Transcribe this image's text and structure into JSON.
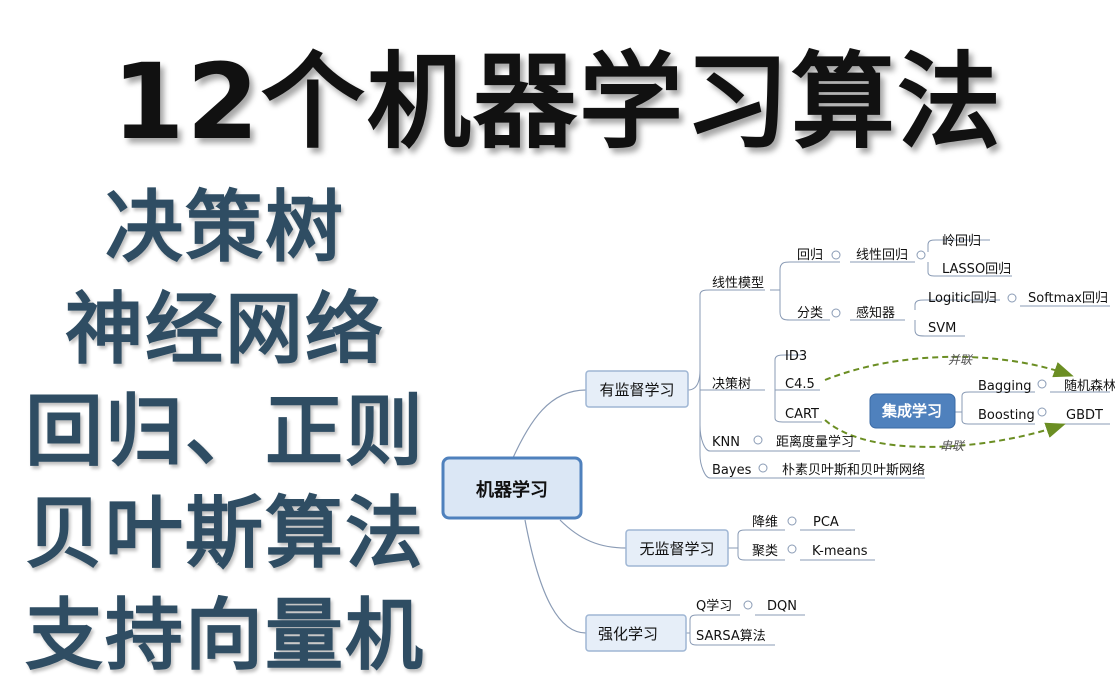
{
  "title": "12个机器学习算法",
  "topics": [
    "决策树",
    "神经网络",
    "回归、正则",
    "贝叶斯算法",
    "支持向量机"
  ],
  "mindmap": {
    "root": "机器学习",
    "supervised": {
      "label": "有监督学习",
      "linear_model": "线性模型",
      "regression": "回归",
      "linear_regression": "线性回归",
      "ridge": "岭回归",
      "lasso": "LASSO回归",
      "classification": "分类",
      "perceptron": "感知器",
      "logistic": "Logitic回归",
      "softmax": "Softmax回归",
      "svm": "SVM",
      "decision_tree": "决策树",
      "id3": "ID3",
      "c45": "C4.5",
      "cart": "CART",
      "knn": "KNN",
      "knn_child": "距离度量学习",
      "bayes": "Bayes",
      "bayes_child": "朴素贝叶斯和贝叶斯网络"
    },
    "ensemble": {
      "label": "集成学习",
      "parallel": "并联",
      "serial": "串联",
      "bagging": "Bagging",
      "random_forest": "随机森林",
      "boosting": "Boosting",
      "gbdt": "GBDT"
    },
    "unsupervised": {
      "label": "无监督学习",
      "dim_reduction": "降维",
      "pca": "PCA",
      "clustering": "聚类",
      "kmeans": "K-means"
    },
    "reinforcement": {
      "label": "强化学习",
      "q_learning": "Q学习",
      "dqn": "DQN",
      "sarsa": "SARSA算法"
    }
  },
  "colors": {
    "topic_text": "#2f4d63",
    "root_fill": "#dbe7f5",
    "root_border": "#4f81bd",
    "branch_fill": "#e6eef8",
    "branch_border": "#9fb6d4",
    "ensemble_fill": "#4f81bd",
    "dashed_arrow": "#6b8e23",
    "lines": "#8a9bb5"
  }
}
